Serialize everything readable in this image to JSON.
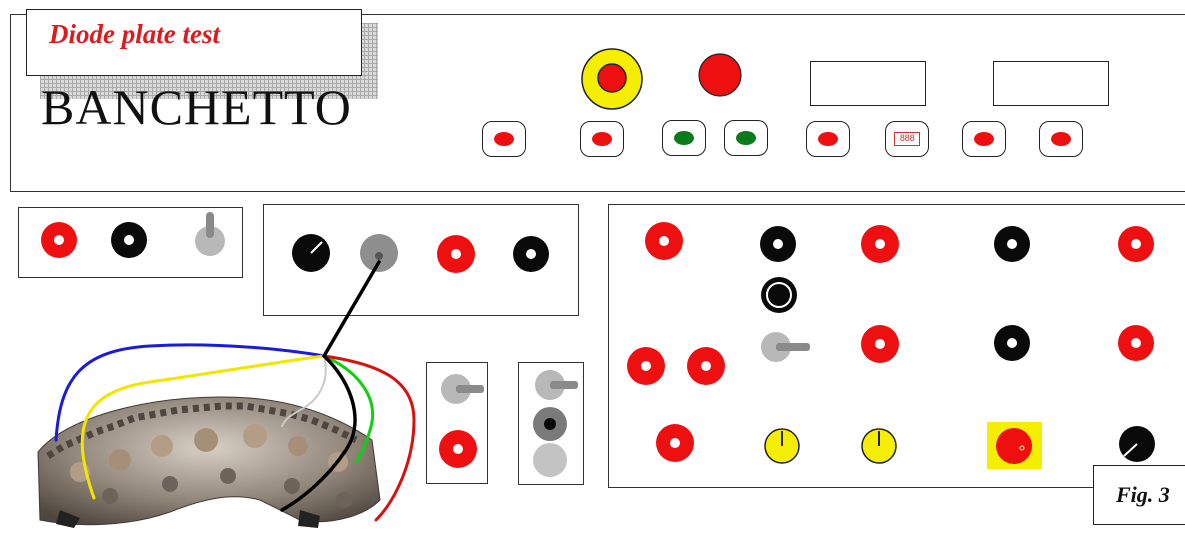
{
  "title": "Diode plate test",
  "bench_label": "BANCHETTO",
  "figure_label": "Fig. 3",
  "colors": {
    "socket_red": "#ee1010",
    "socket_black": "#0a0a0a",
    "knob_yellow": "#f5ee00",
    "button_green": "#0a7a1a",
    "switch_grey": "#b8b8b8",
    "wire_blue": "#1a1ae0",
    "wire_yellow": "#f2e600",
    "wire_green": "#10d010",
    "wire_red": "#d81010",
    "wire_grey": "#c8c8c8",
    "wire_black": "#000000"
  },
  "top_panel": {
    "emergency_button": "emergency-stop-button",
    "lamp": "red-lamp",
    "displays": [
      "display-left",
      "display-right"
    ],
    "buttons": [
      {
        "name": "button-red-1",
        "color": "red"
      },
      {
        "name": "button-red-2",
        "color": "red"
      },
      {
        "name": "button-green-1",
        "color": "green"
      },
      {
        "name": "button-green-2",
        "color": "green"
      },
      {
        "name": "button-red-3",
        "color": "red"
      },
      {
        "name": "digit-selector",
        "color": "digits",
        "digits": "888"
      },
      {
        "name": "button-red-4",
        "color": "red"
      },
      {
        "name": "button-red-5",
        "color": "red"
      }
    ]
  }
}
